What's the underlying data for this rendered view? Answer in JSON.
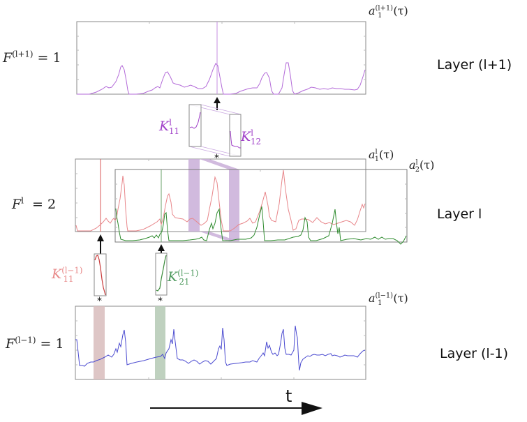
{
  "diagram": {
    "type": "multi-layer temporal convolution illustration",
    "time_axis_label": "t",
    "colors": {
      "layer_top_signal": "#b36ad8",
      "layer_mid_signal1": "#e8868a",
      "layer_mid_signal1_marker": "#cc3b3b",
      "layer_mid_signal2": "#2e8b2e",
      "layer_bottom_signal": "#4a4ad0",
      "kernel_top_band": "#c9aed8",
      "kernel_red_band": "#d8bcbc",
      "kernel_green_band": "#b8ccb8",
      "axis": "#888888"
    },
    "layers": [
      {
        "name": "Layer (l+1)",
        "feature_count_label": {
          "symbol": "F",
          "sup": "(l+1)",
          "rhs": "= 1"
        },
        "signals": [
          {
            "label": {
              "base": "a",
              "sub": "1",
              "sup": "(l+1)",
              "arg": "(τ)"
            }
          }
        ]
      },
      {
        "name": "Layer l",
        "feature_count_label": {
          "symbol": "F",
          "sup": "l",
          "rhs": "= 2"
        },
        "signals": [
          {
            "label": {
              "base": "a",
              "sub": "1",
              "sup": "l",
              "arg": "(τ)"
            }
          },
          {
            "label": {
              "base": "a",
              "sub": "2",
              "sup": "l",
              "arg": "(τ)"
            }
          }
        ]
      },
      {
        "name": "Layer (l-1)",
        "feature_count_label": {
          "symbol": "F",
          "sup": "(l−1)",
          "rhs": "= 1"
        },
        "signals": [
          {
            "label": {
              "base": "a",
              "sub": "1",
              "sup": "(l−1)",
              "arg": "(τ)"
            }
          }
        ]
      }
    ],
    "kernels": [
      {
        "base": "K",
        "sub": "11",
        "sup": "l",
        "color": "#a040c8"
      },
      {
        "base": "K",
        "sub": "12",
        "sup": "l",
        "color": "#a040c8"
      },
      {
        "base": "K",
        "sub": "11",
        "sup": "(l−1)",
        "color": "#e88a8a"
      },
      {
        "base": "K",
        "sub": "21",
        "sup": "(l−1)",
        "color": "#4f9a5f"
      }
    ],
    "convolution_symbol": "*"
  }
}
